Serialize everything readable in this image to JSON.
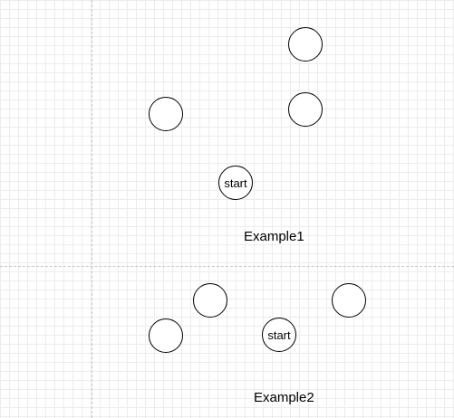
{
  "example1": {
    "caption": "Example1",
    "start_label": "start",
    "circle_count": 4
  },
  "example2": {
    "caption": "Example2",
    "start_label": "start",
    "circle_count": 4
  },
  "colors": {
    "background": "#ffffff",
    "grid": "#ececec",
    "divider": "#c8c8c8",
    "stroke": "#000000"
  }
}
